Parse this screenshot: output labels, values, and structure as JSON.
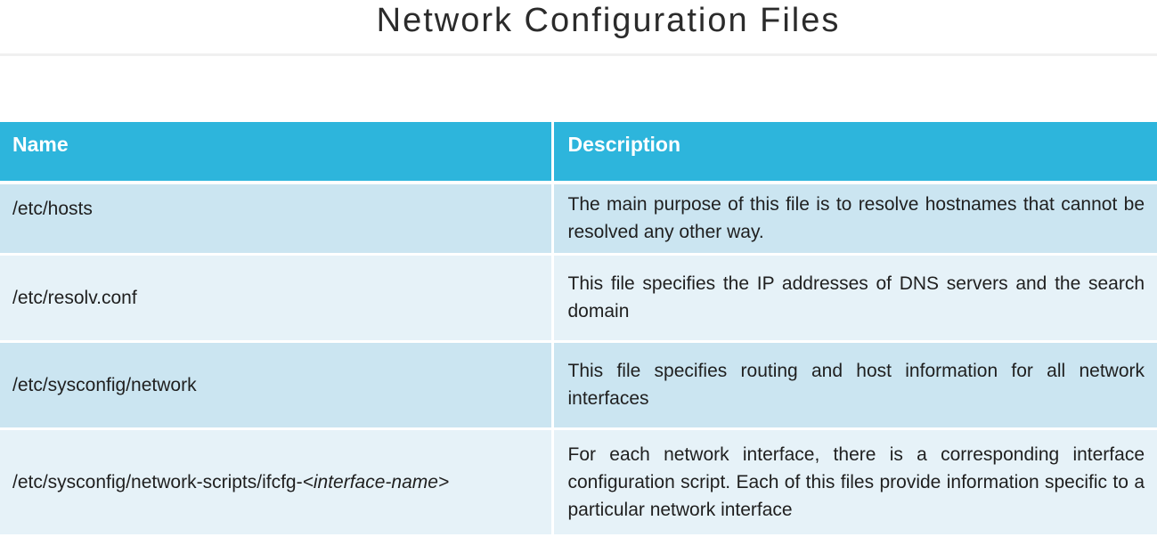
{
  "slide": {
    "title": "Network Configuration Files"
  },
  "table": {
    "headers": {
      "name": "Name",
      "description": "Description"
    },
    "rows": [
      {
        "name": "/etc/hosts",
        "description": "The main purpose of this file is to resolve hostnames that cannot be resolved any other way."
      },
      {
        "name": "/etc/resolv.conf",
        "description": "This file specifies the IP addresses of DNS servers and the search domain"
      },
      {
        "name": "/etc/sysconfig/network",
        "description": "This file specifies routing and host information for all network interfaces"
      },
      {
        "name_prefix": "/etc/sysconfig/network-scripts/ifcfg-",
        "name_italic": "<interface-name>",
        "description": "For each network interface, there is a corresponding interface configuration script. Each of this files provide information specific to a particular network interface"
      }
    ]
  }
}
